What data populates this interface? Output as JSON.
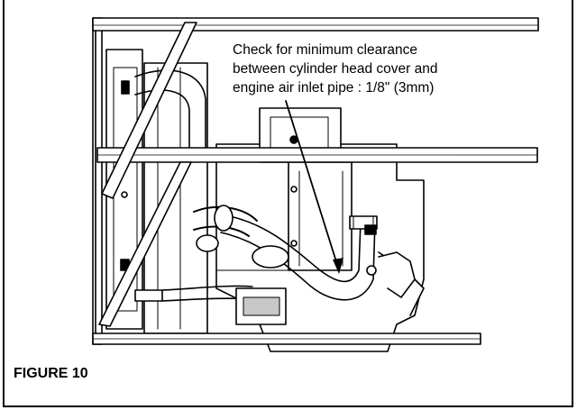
{
  "callout": {
    "lines": [
      "Check for minimum clearance",
      "between cylinder head cover and",
      "engine air inlet pipe : 1/8\" (3mm)"
    ]
  },
  "caption": {
    "label": "FIGURE 10"
  },
  "colors": {
    "line": "#000000",
    "background": "#ffffff",
    "shade": "#c8c8c8"
  }
}
